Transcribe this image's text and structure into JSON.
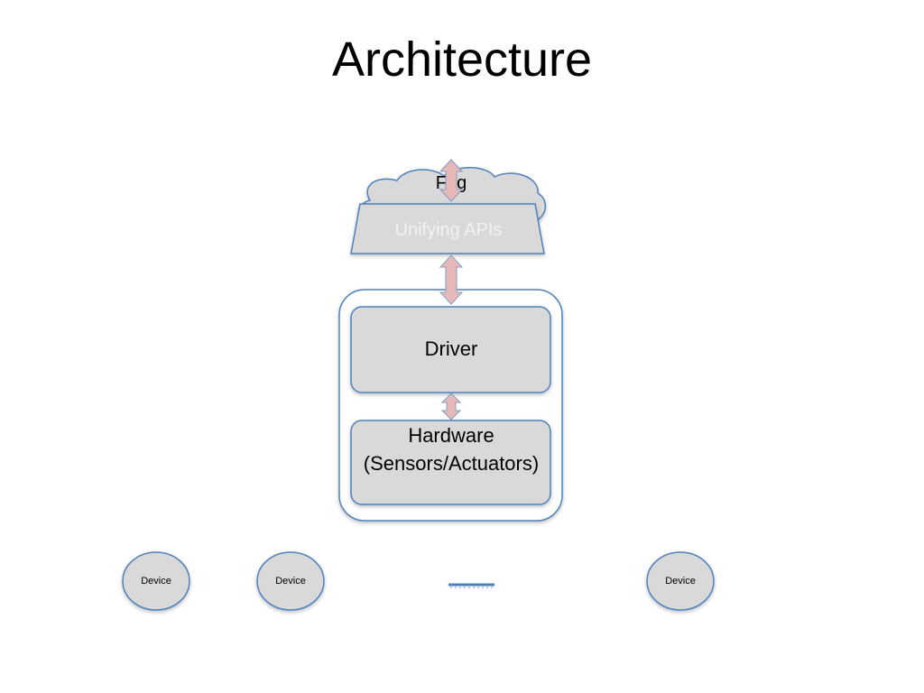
{
  "slide": {
    "title": "Architecture"
  },
  "diagram": {
    "cloud_label": "Fog",
    "api_label": "Unifying APIs",
    "driver_label": "Driver",
    "hardware_label": "Hardware (Sensors/Actuators)",
    "devices": [
      "Device",
      "Device",
      "Device"
    ]
  },
  "colors": {
    "box_fill": "#d9d9d9",
    "box_stroke": "#4f81bd",
    "arrow_fill": "#e6b8b7",
    "arrow_stroke": "#7f9fc6",
    "api_text": "#f2f2f2",
    "dash_line": "#4f81bd"
  }
}
